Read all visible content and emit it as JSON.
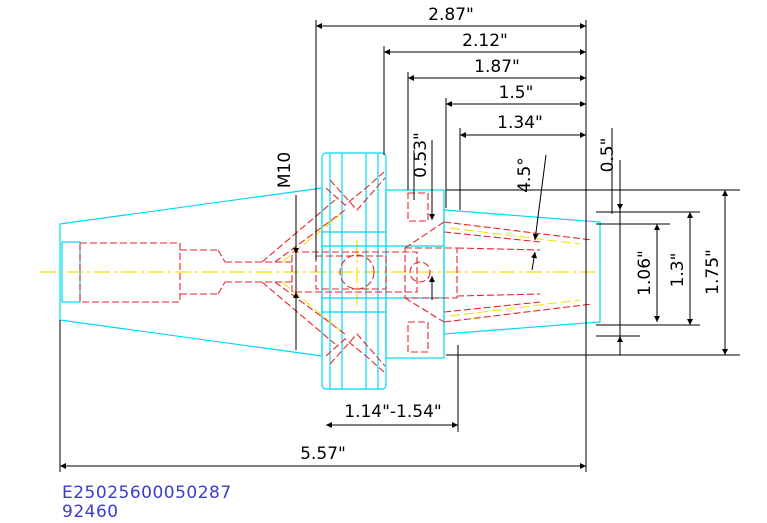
{
  "dimensions": {
    "overall_length": "5.57\"",
    "flange_to_tip": "2.87\"",
    "flange_back_to_tip": "2.12\"",
    "body_to_tip": "1.87\"",
    "nut_length": "1.5\"",
    "taper_length": "1.34\"",
    "gap_upper": "0.53\"",
    "tip_offset": "0.5\"",
    "taper_angle": "4.5°",
    "thread": "M10",
    "range": "1.14\"-1.54\"",
    "dia_small": "1.06\"",
    "dia_mid": "1.3\"",
    "dia_large": "1.75\""
  },
  "part": {
    "code": "E25025600050287",
    "number": "92460"
  },
  "colors": {
    "outline": "#00d8f0",
    "hidden": "#e8242c",
    "centerline": "#f0e000",
    "dimension": "#000000",
    "label": "#3c3ccd"
  }
}
